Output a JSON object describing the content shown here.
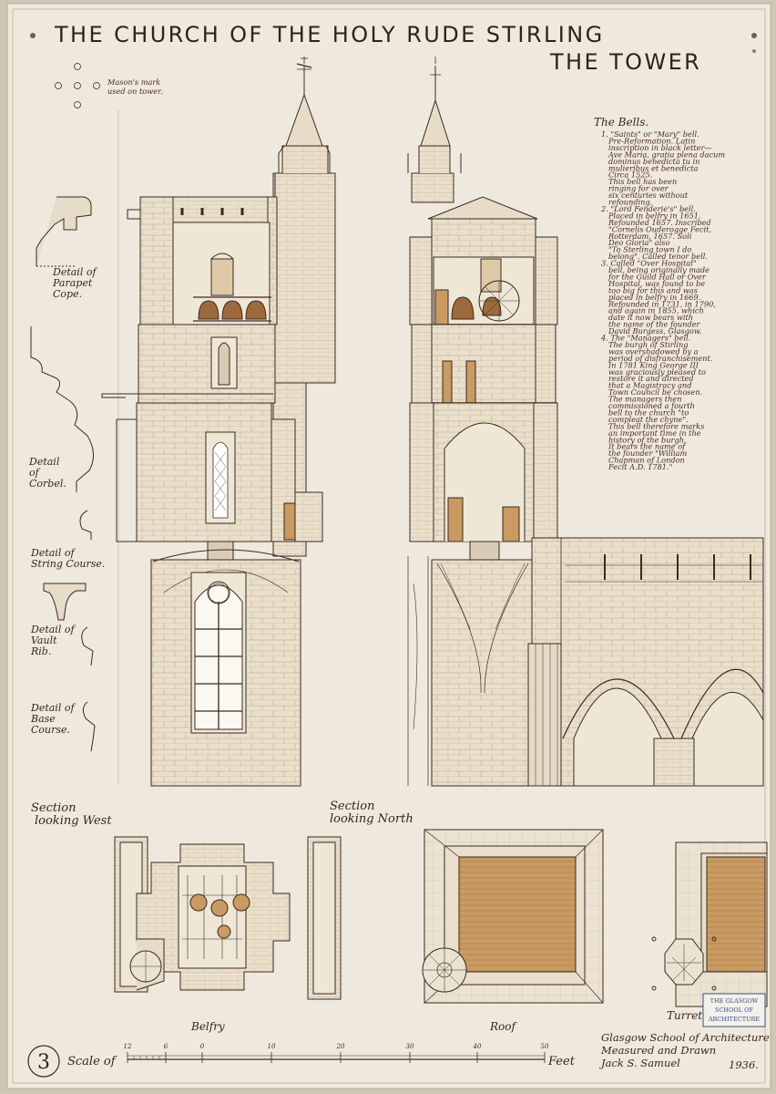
{
  "title": {
    "line1": "THE CHURCH OF THE HOLY RUDE STIRLING",
    "line2": "THE TOWER"
  },
  "masons_mark_note": [
    "Mason's mark",
    "used on tower."
  ],
  "details": [
    [
      "Detail of",
      "Parapet",
      "Cope."
    ],
    [
      "Detail",
      "of",
      "Corbel."
    ],
    [
      "Detail of",
      "String Course."
    ],
    [
      "Detail of",
      "Vault",
      "Rib."
    ],
    [
      "Detail of",
      "Base",
      "Course."
    ]
  ],
  "section_labels": {
    "west": [
      "Section",
      "looking West"
    ],
    "north": [
      "Section",
      "looking North"
    ]
  },
  "bells_heading": "The Bells.",
  "bells_notes": [
    "1. \"Saints\" or \"Mary\" bell.",
    "Pre-Reformation. Latin",
    "inscription in black letter—",
    "Ave Maria, gratia plena dacum",
    "dominus benedicta tu in",
    "mulieribus et benedicta",
    "Circa 1525.",
    "This bell has been",
    "ringing for over",
    "six centuries without",
    "refounding.",
    "2. \"Lord Fenderie's\" bell.",
    "Placed in belfry in 1651.",
    "Refounded 1657. Inscribed",
    "\"Cornelis Ouderogge Fecit,",
    "Rotterdam, 1657. Soli",
    "Deo Gloria\" also",
    "\"To Sterling town I do",
    "belong\". Called tenor bell.",
    "3. Called \"Over Hospital\"",
    "bell, being originally made",
    "for the Guild Hall or Over",
    "Hospital, was found to be",
    "too big for this and was",
    "placed in belfry in 1669.",
    "Refounded in 1731, in 1790,",
    "and again in 1855, which",
    "date it now bears with",
    "the name of the founder",
    "David Burgess, Glasgow.",
    "4. The \"Managers\" bell.",
    "The burgh of Stirling",
    "was overshadowed by a",
    "period of disfranchisement.",
    "In 1781 King George III",
    "was graciously pleased to",
    "restore it and directed",
    "that a Magistracy and",
    "Town Council be chosen.",
    "The managers then",
    "commissioned a fourth",
    "bell to the church \"to",
    "compleat the chyne\".",
    "This bell therefore marks",
    "an important time in the",
    "history of the burgh.",
    "It bears the name of",
    "the founder \"William",
    "Chapman of London",
    "Fecit A.D. 1781.\""
  ],
  "plan_labels": {
    "belfry": "Belfry",
    "roof": "Roof",
    "turret": "Turret"
  },
  "sheet_number": "3",
  "scale": {
    "label": "Scale of",
    "unit": "Feet",
    "ticks": [
      "12",
      "6",
      "0",
      "10",
      "20",
      "30",
      "40",
      "50"
    ],
    "fine_ticks": [
      "12",
      "6"
    ]
  },
  "credits": {
    "lines": [
      "Glasgow School of Architecture",
      "Measured and Drawn",
      "Jack S. Samuel"
    ],
    "year": "1936."
  },
  "stamp": {
    "lines": [
      "THE GLASGOW",
      "SCHOOL OF",
      "ARCHITECTURE"
    ]
  },
  "colors": {
    "paper": "#efe9dd",
    "ink": "#3a2a22",
    "stone": "#e7dcc7",
    "timber": "#c99a61",
    "stamp": "#3b4a8c"
  }
}
